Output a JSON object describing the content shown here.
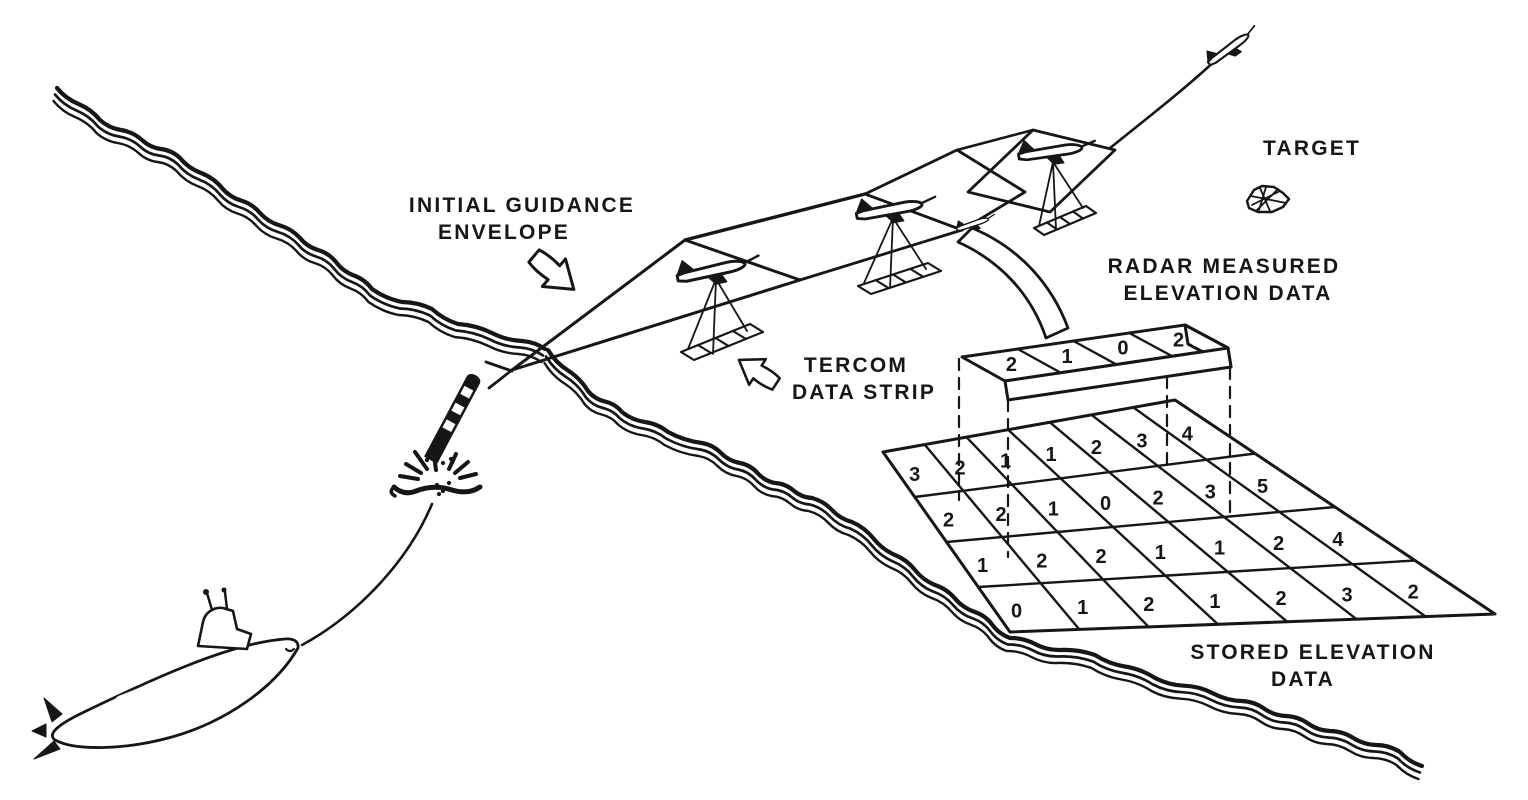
{
  "figure": {
    "background": "#ffffff",
    "ink": "#161616",
    "description": "TERCOM cruise missile guidance concept diagram"
  },
  "labels": {
    "initial_guidance_line1": "INITIAL GUIDANCE",
    "initial_guidance_line2": "ENVELOPE",
    "tercom_line1": "TERCOM",
    "tercom_line2": "DATA STRIP",
    "radar_line1": "RADAR MEASURED",
    "radar_line2": "ELEVATION DATA",
    "target": "TARGET",
    "stored_line1": "STORED ELEVATION",
    "stored_line2": "DATA"
  },
  "chart_data": {
    "type": "table",
    "radar_measured_strip": {
      "title": "RADAR MEASURED ELEVATION DATA",
      "values": [
        2,
        1,
        0,
        2
      ]
    },
    "stored_elevation_grid": {
      "title": "STORED ELEVATION DATA",
      "rows": 4,
      "cols": 7,
      "values": [
        [
          3,
          2,
          1,
          1,
          2,
          3,
          4
        ],
        [
          2,
          2,
          1,
          0,
          2,
          3,
          5
        ],
        [
          1,
          2,
          2,
          1,
          1,
          2,
          4
        ],
        [
          0,
          1,
          2,
          1,
          2,
          3,
          2
        ]
      ]
    }
  }
}
